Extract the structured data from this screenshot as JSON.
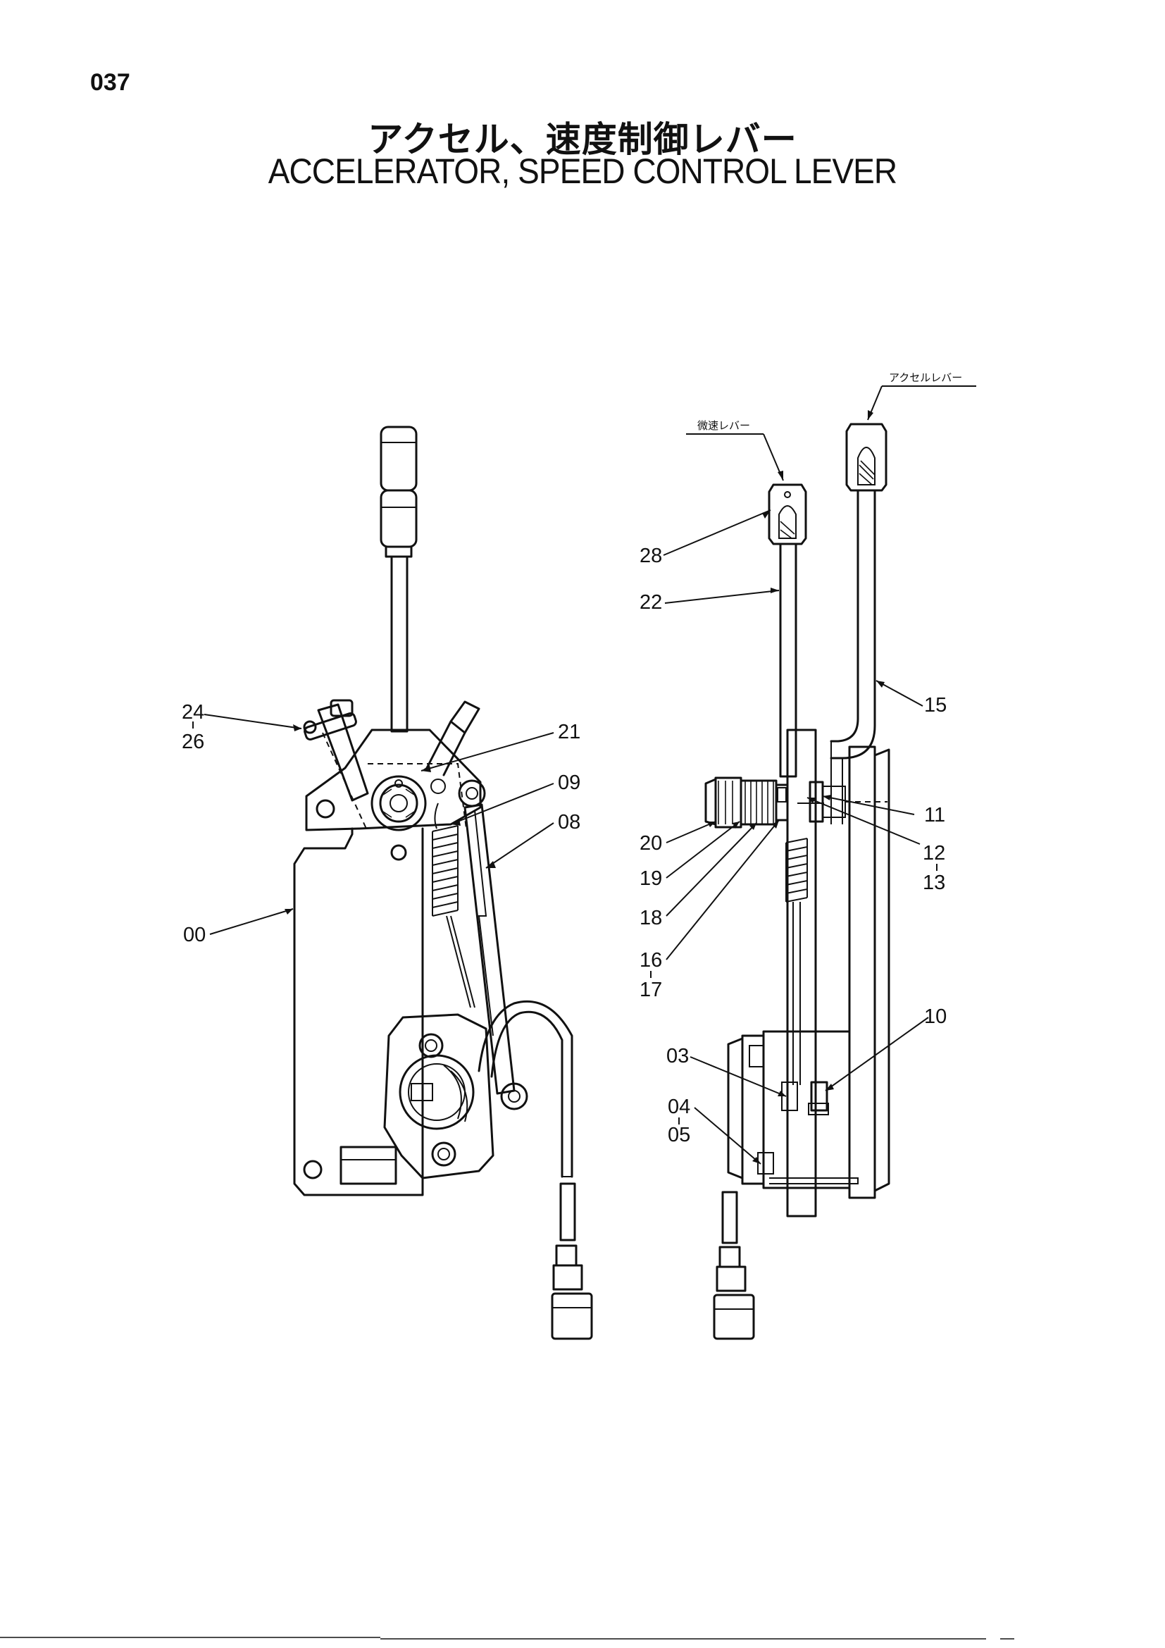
{
  "page_number": "037",
  "title_jp": "アクセル、速度制御レバー",
  "title_en": "ACCELERATOR, SPEED CONTROL LEVER",
  "callouts": {
    "accel_lever": "アクセルレバー",
    "fine_speed_lever": "微速レバー",
    "c24": "24",
    "c26": "26",
    "c21": "21",
    "c09": "09",
    "c08": "08",
    "c00": "00",
    "c28": "28",
    "c22": "22",
    "c15": "15",
    "c11": "11",
    "c20": "20",
    "c12": "12",
    "c13": "13",
    "c19": "19",
    "c18": "18",
    "c16": "16",
    "c17": "17",
    "c10": "10",
    "c03": "03",
    "c04": "04",
    "c05": "05"
  }
}
